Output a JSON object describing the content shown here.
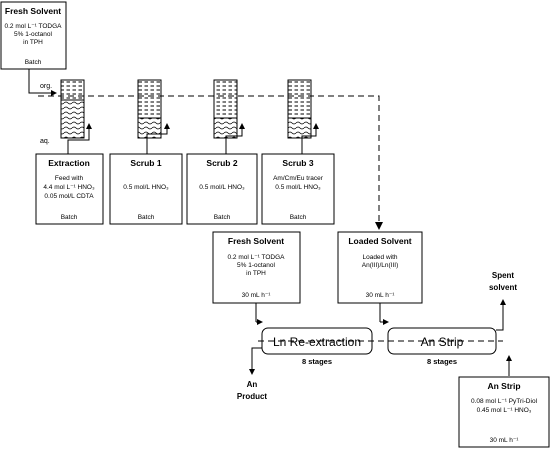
{
  "fresh_solvent_top": {
    "title": "Fresh Solvent",
    "lines": [
      "0.2 mol L⁻¹ TODGA",
      "5% 1-octanol",
      "in TPH"
    ],
    "footer": "Batch"
  },
  "labels": {
    "org": "org.",
    "aq": "aq."
  },
  "stages": [
    {
      "title": "Extraction",
      "lines": [
        "Feed with",
        "4.4 mol L⁻¹ HNO₃",
        "0.05 mol/L CDTA"
      ],
      "footer": "Batch"
    },
    {
      "title": "Scrub 1",
      "lines": [
        "0.5 mol/L HNO₃"
      ],
      "footer": "Batch"
    },
    {
      "title": "Scrub 2",
      "lines": [
        "0.5 mol/L HNO₃"
      ],
      "footer": "Batch"
    },
    {
      "title": "Scrub 3",
      "lines": [
        "Am/Cm/Eu tracer",
        "0.5 mol/L HNO₃"
      ],
      "footer": "Batch"
    }
  ],
  "fresh_solvent_mid": {
    "title": "Fresh Solvent",
    "lines": [
      "0.2 mol L⁻¹ TODGA",
      "5% 1-octanol",
      "in TPH"
    ],
    "footer": "30 mL h⁻¹"
  },
  "loaded_solvent": {
    "title": "Loaded Solvent",
    "lines": [
      "Loaded with",
      "An(III)/Ln(III)"
    ],
    "footer": "30 mL h⁻¹"
  },
  "ln_reextraction": {
    "label": "Ln Re-extraction",
    "stages": "8 stages"
  },
  "an_strip_unit": {
    "label": "An Strip",
    "stages": "8 stages"
  },
  "spent_solvent": [
    "Spent",
    "solvent"
  ],
  "an_product": [
    "An",
    "Product"
  ],
  "an_strip_feed": {
    "title": "An Strip",
    "lines": [
      "0.08 mol L⁻¹ PyTri-Diol",
      "0.45 mol L⁻¹ HNO₃"
    ],
    "footer": "30 mL h⁻¹"
  }
}
